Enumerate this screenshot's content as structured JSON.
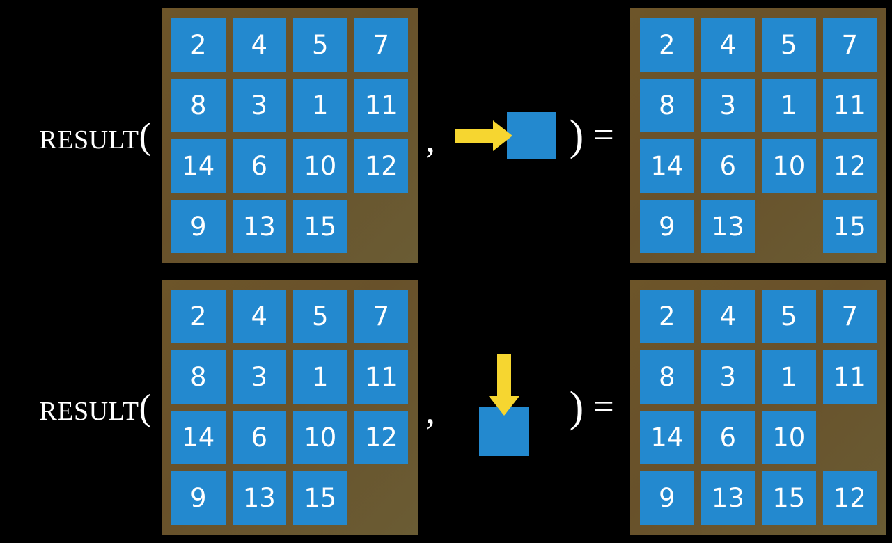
{
  "background_color": "#000000",
  "palette": {
    "tile": "#2389cf",
    "board": "#6a5329",
    "arrow": "#f6d630",
    "text": "#ffffff"
  },
  "equations": [
    {
      "label": "Result(",
      "comma": ",",
      "close_paren": ")",
      "equals": "=",
      "action": {
        "name": "move-right",
        "direction": "right",
        "arrow_icon": "arrow-right-icon"
      },
      "input_board": {
        "rows": 4,
        "cols": 4,
        "tiles": [
          [
            "2",
            "4",
            "5",
            "7"
          ],
          [
            "8",
            "3",
            "1",
            "11"
          ],
          [
            "14",
            "6",
            "10",
            "12"
          ],
          [
            "9",
            "13",
            "15",
            ""
          ]
        ],
        "blank_position": [
          3,
          3
        ]
      },
      "output_board": {
        "rows": 4,
        "cols": 4,
        "tiles": [
          [
            "2",
            "4",
            "5",
            "7"
          ],
          [
            "8",
            "3",
            "1",
            "11"
          ],
          [
            "14",
            "6",
            "10",
            "12"
          ],
          [
            "9",
            "13",
            "",
            "15"
          ]
        ],
        "blank_position": [
          3,
          2
        ]
      }
    },
    {
      "label": "Result(",
      "comma": ",",
      "close_paren": ")",
      "equals": "=",
      "action": {
        "name": "move-down",
        "direction": "down",
        "arrow_icon": "arrow-down-icon"
      },
      "input_board": {
        "rows": 4,
        "cols": 4,
        "tiles": [
          [
            "2",
            "4",
            "5",
            "7"
          ],
          [
            "8",
            "3",
            "1",
            "11"
          ],
          [
            "14",
            "6",
            "10",
            "12"
          ],
          [
            "9",
            "13",
            "15",
            ""
          ]
        ],
        "blank_position": [
          3,
          3
        ]
      },
      "output_board": {
        "rows": 4,
        "cols": 4,
        "tiles": [
          [
            "2",
            "4",
            "5",
            "7"
          ],
          [
            "8",
            "3",
            "1",
            "11"
          ],
          [
            "14",
            "6",
            "10",
            ""
          ],
          [
            "9",
            "13",
            "15",
            "12"
          ]
        ],
        "blank_position": [
          2,
          3
        ]
      }
    }
  ]
}
